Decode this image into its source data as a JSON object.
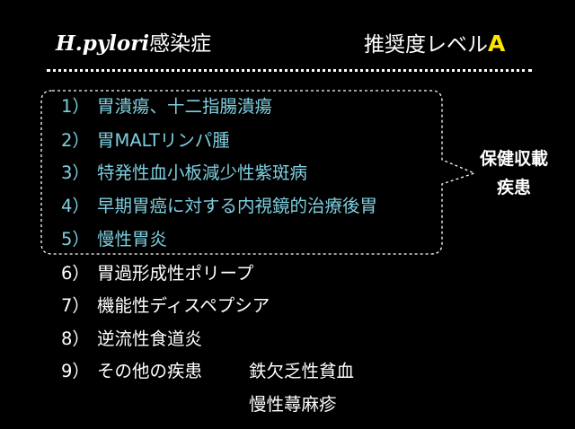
{
  "header": {
    "title_italic": "H.pylori",
    "title_rest": "感染症",
    "recommend_label": "推奨度レベル",
    "recommend_grade": "A",
    "grade_color": "#ffe600"
  },
  "callout": {
    "line1": "保健収載",
    "line2": "疾患"
  },
  "colors": {
    "covered_text": "#7ecfe0",
    "normal_text": "#ffffff",
    "background": "#000000"
  },
  "items": [
    {
      "num": "1）",
      "text": "胃潰瘍、十二指腸潰瘍"
    },
    {
      "num": "2）",
      "text": "胃MALTリンパ腫"
    },
    {
      "num": "3）",
      "text": "特発性血小板減少性紫斑病"
    },
    {
      "num": "4）",
      "text": "早期胃癌に対する内視鏡的治療後胃"
    },
    {
      "num": "5）",
      "text": "慢性胃炎"
    },
    {
      "num": "6）",
      "text": "胃過形成性ポリープ"
    },
    {
      "num": "7）",
      "text": "機能性ディスペプシア"
    },
    {
      "num": "8）",
      "text": "逆流性食道炎"
    },
    {
      "num": "9）",
      "text": "その他の疾患"
    }
  ],
  "other_diseases": [
    "鉄欠乏性貧血",
    "慢性蕁麻疹"
  ]
}
